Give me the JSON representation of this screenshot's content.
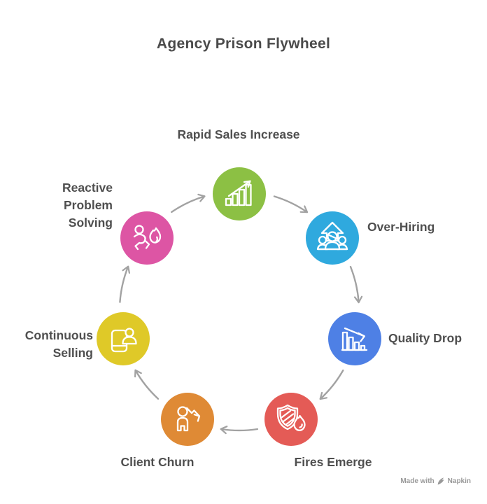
{
  "title": "Agency Prison Flywheel",
  "nodes": [
    {
      "label": "Rapid Sales Increase",
      "color": "#8CC044",
      "icon": "bar-chart-rising-icon"
    },
    {
      "label": "Over-Hiring",
      "color": "#2FA9DE",
      "icon": "team-growth-arrow-icon"
    },
    {
      "label": "Quality Drop",
      "color": "#4E80E5",
      "icon": "bar-chart-declining-icon"
    },
    {
      "label": "Fires Emerge",
      "color": "#E45B56",
      "icon": "shield-flame-icon"
    },
    {
      "label": "Client Churn",
      "color": "#DF8A35",
      "icon": "person-decline-arrow-icon"
    },
    {
      "label": "Continuous Selling",
      "color": "#DFC928",
      "icon": "phone-person-icon"
    },
    {
      "label": "Reactive Problem Solving",
      "color": "#DD55A4",
      "icon": "running-person-flame-icon"
    }
  ],
  "flow": {
    "direction": "clockwise",
    "arrow_color": "#A2A2A2"
  },
  "colors": {
    "background": "#FFFFFF",
    "title_text": "#4A4A4A",
    "label_text": "#4F4F4F",
    "watermark_text": "#999999"
  },
  "watermark": {
    "prefix": "Made with",
    "brand": "Napkin"
  }
}
